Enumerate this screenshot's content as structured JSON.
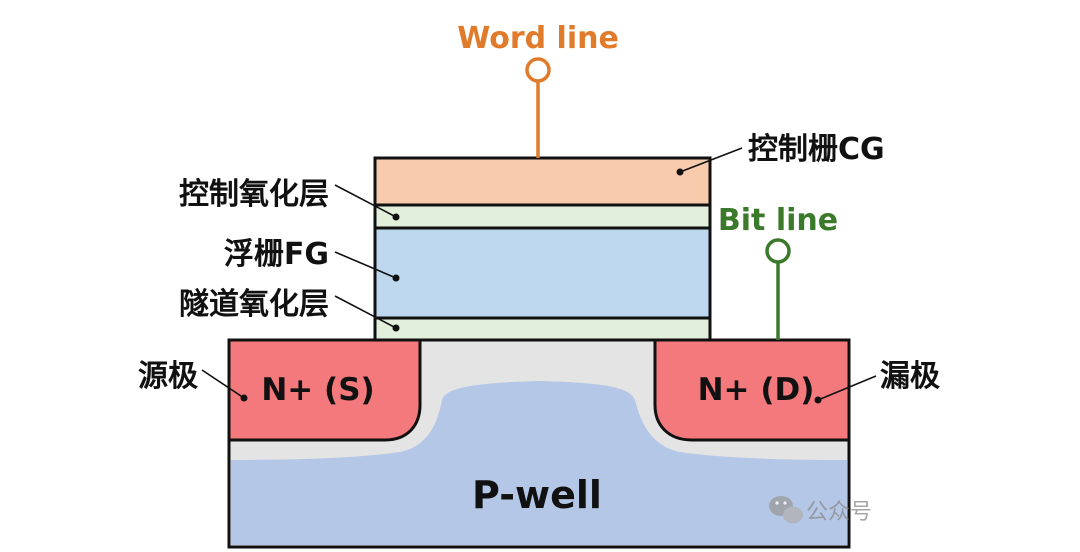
{
  "labels": {
    "word_line": "Word line",
    "bit_line": "Bit line",
    "control_gate": "控制栅CG",
    "control_oxide": "控制氧化层",
    "floating_gate": "浮栅FG",
    "tunnel_oxide": "隧道氧化层",
    "source": "源极",
    "drain": "漏极",
    "source_region": "N+ (S)",
    "drain_region": "N+ (D)",
    "p_well": "P-well"
  },
  "watermark": {
    "text": "公众号",
    "icon": "wechat-icon"
  },
  "colors": {
    "word_line": "#e07b2c",
    "bit_line": "#3b7a2a",
    "control_gate": "#f8cbad",
    "oxide": "#e2efda",
    "floating_gate": "#bdd7ee",
    "n_plus": "#f4797c",
    "p_well": "#b4c7e7",
    "substrate_gray": "#e4e4e4",
    "outline": "#111111"
  }
}
